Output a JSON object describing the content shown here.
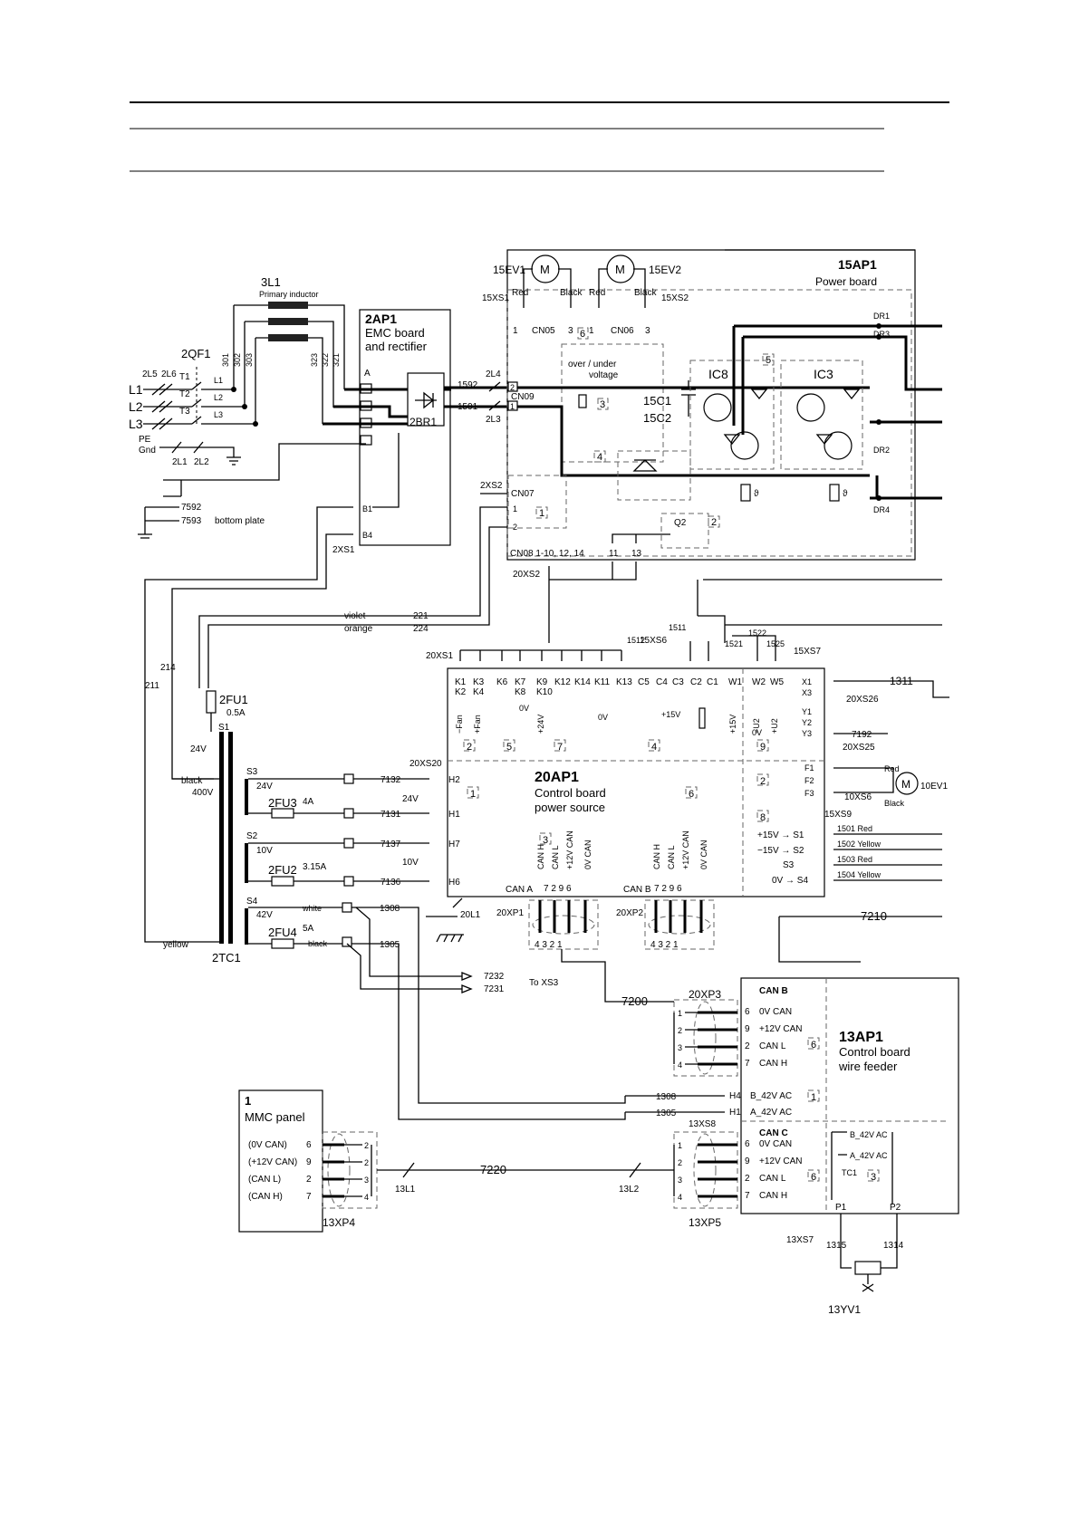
{
  "labels": {
    "l3l1": "3L1",
    "primary_inductor": "Primary inductor",
    "l2ap1": "2AP1",
    "emc1": "EMC board",
    "emc2": "and rectifier",
    "l2qf1": "2QF1",
    "l2br1": "2BR1",
    "l15ap1": "15AP1",
    "power_board": "Power board",
    "m15ev1": "15EV1",
    "m15ev2": "15EV2",
    "red": "Red",
    "black": "Black",
    "xs1_15": "15XS1",
    "xs2_15": "15XS2",
    "cn05": "CN05",
    "cn06": "CN06",
    "overunder1": "over / under",
    "overunder2": "voltage",
    "ic8": "IC8",
    "ic3": "IC3",
    "c1": "15C1",
    "c2": "15C2",
    "q2": "Q2",
    "cn09": "CN09",
    "cn07": "CN07",
    "cn08": "CN08  1-10, 12, 14",
    "dr1": "DR1",
    "dr2": "DR2",
    "dr3": "DR3",
    "dr4": "DR4",
    "l1": "L1",
    "l2": "L2",
    "l3": "L3",
    "pe": "PE",
    "gnd": "Gnd",
    "t1": "T1",
    "t2": "T2",
    "t3": "T3",
    "l25": "2L5",
    "l26": "2L6",
    "l21": "2L1",
    "l22": "2L2",
    "l24": "2L4",
    "l23": "2L3",
    "w1592": "1592",
    "w1591": "1591",
    "w7592": "7592",
    "w7593": "7593",
    "bottom_plate": "bottom plate",
    "xs1_2": "2XS1",
    "xs2_2": "2XS2",
    "w221": "221",
    "w224": "224",
    "violet": "violet",
    "orange": "orange",
    "w214": "214",
    "w211": "211",
    "fu1": "2FU1",
    "fu1v": "0.5A",
    "fu2": "2FU2",
    "fu2v": "3.15A",
    "fu3": "2FU3",
    "fu3v": "4A",
    "fu4": "2FU4",
    "fu4v": "5A",
    "tc1": "2TC1",
    "s1": "S1",
    "s2": "S2",
    "s3": "S3",
    "s4": "S4",
    "v24": "24V",
    "v400": "400V",
    "v10": "10V",
    "v42": "42V",
    "blackw": "black",
    "yellow": "yellow",
    "white": "white",
    "w7132": "7132",
    "w7131": "7131",
    "w7137": "7137",
    "w7136": "7136",
    "w1308": "1308",
    "w1305": "1305",
    "w7232": "7232",
    "w7231": "7231",
    "to_xs3": "To XS3",
    "l20ap1": "20AP1",
    "cb1": "Control board",
    "cb2": "power source",
    "xs20_20": "20XS20",
    "xs2_20": "20XS2",
    "xs1_20": "20XS1",
    "xs6_15": "15XS6",
    "xs7_15": "15XS7",
    "xs9_15": "15XS9",
    "xs26": "20XS26",
    "xs25": "20XS25",
    "xs6_10": "10XS6",
    "w1311": "1311",
    "w7192": "7192",
    "m10ev1": "10EV1",
    "w1512": "1512",
    "w1511": "1511",
    "w1521": "1521",
    "w1522": "1522",
    "w1525": "1525",
    "w1501": "1501 Red",
    "w1502": "1502 Yellow",
    "w1503": "1503 Red",
    "w1504": "1504 Yellow",
    "xp1": "20XP1",
    "xp2": "20XP2",
    "l20l1": "20L1",
    "w7210": "7210",
    "cana": "CAN A",
    "canb": "CAN B",
    "w7200": "7200",
    "xp3": "20XP3",
    "l13ap1": "13AP1",
    "cb13_1": "Control board",
    "cb13_2": "wire feeder",
    "canb2": "CAN B",
    "canc": "CAN C",
    "ov_can": "0V CAN",
    "p12_can": "+12V CAN",
    "can_l": "CAN L",
    "can_h": "CAN H",
    "b42": "B_42V AC",
    "a42": "A_42V AC",
    "xs8_13": "13XS8",
    "mmc1": "1",
    "mmc2": "MMC panel",
    "mmc_0v": "(0V CAN)",
    "mmc_12": "(+12V CAN)",
    "mmc_l": "(CAN L)",
    "mmc_h": "(CAN H)",
    "xp4": "13XP4",
    "xp5": "13XP5",
    "w7220": "7220",
    "l13l1": "13L1",
    "l13l2": "13L2",
    "xs7_13": "13XS7",
    "w1315": "1315",
    "w1314": "1314",
    "yv1": "13YV1",
    "tc1s": "TC1",
    "p1": "P1",
    "p2": "P2",
    "b42b": "B_42V AC",
    "a42b": "A_42V AC",
    "w301": "301",
    "w302": "302",
    "w303": "303",
    "w321": "321",
    "w322": "322",
    "w323": "323",
    "fan_m": "−Fan",
    "fan_p": "+Fan",
    "p24": "+24V",
    "ov": "0V",
    "p15": "+15V",
    "u2m": "−U2",
    "u2p": "+U2",
    "p15v": "+15V"
  }
}
